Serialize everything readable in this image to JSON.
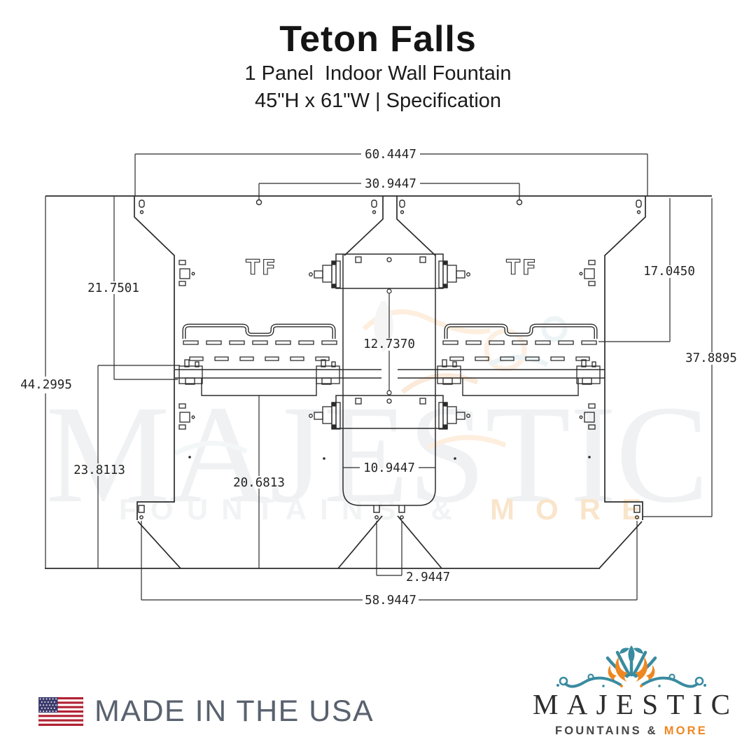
{
  "header": {
    "title": "Teton Falls",
    "subtitle": "1 Panel  Indoor Wall Fountain",
    "size_spec": "45\"H x 61\"W | Specification"
  },
  "drawing": {
    "panel_label_left": "TF",
    "panel_label_right": "TF",
    "dims": {
      "width_outer": "60.4447",
      "width_inner": "30.9447",
      "left_upper": "21.7501",
      "right_upper": "17.0450",
      "center_gap": "12.7370",
      "left_full": "44.2995",
      "right_lower": "37.8895",
      "left_lower": "23.8113",
      "left_bottom": "20.6813",
      "center_width": "10.9447",
      "bottom_gap": "2.9447",
      "width_bottom": "58.9447"
    }
  },
  "watermark": {
    "name": "MAJESTIC",
    "tagline_gray": "FOUNTAINS &",
    "tagline_orange": "MORE"
  },
  "footer": {
    "made_in_usa": "MADE IN THE USA"
  },
  "logo": {
    "name": "MAJESTIC",
    "tagline_gray": "FOUNTAINS &",
    "tagline_orange": "MORE"
  },
  "icons": {
    "flag": "us-flag-icon",
    "logo_mark": "fountain-flourish-icon"
  },
  "colors": {
    "teal": "#3A8BA0",
    "orange": "#EE8722",
    "line": "#2B2B2B",
    "made_text": "#59626E",
    "flag_red": "#B22234",
    "flag_blue": "#3C3B6E"
  }
}
